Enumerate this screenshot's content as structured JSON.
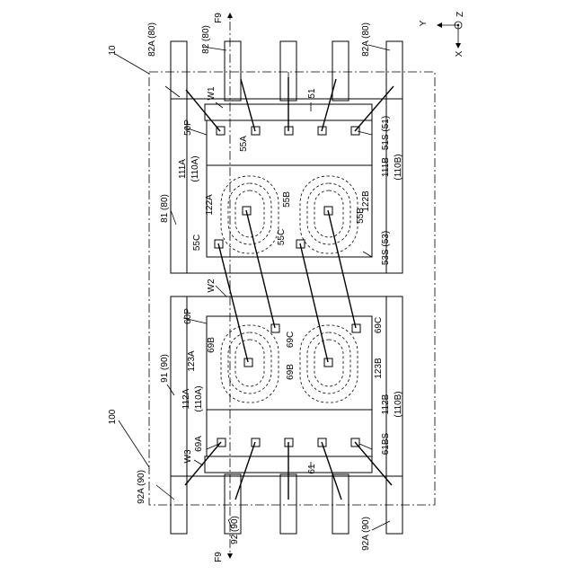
{
  "figure": {
    "ref_device": "10",
    "ref_package": "100",
    "axes": {
      "z": "Z",
      "y": "Y",
      "x": "X"
    },
    "section": "F9",
    "frame1": "81 (80)",
    "frame2": "91 (90)",
    "lead_82": "82 (80)",
    "lead_82A_top_left": "82A (80)",
    "lead_82A_top_right": "82A (80)",
    "lead_92": "92 (90)",
    "lead_92A_bottom_left": "92A (90)",
    "lead_92A_bottom_right": "92A (90)",
    "bar_51": "51",
    "bar_61": "61",
    "chip1": "50P",
    "chip2": "60P",
    "w1": "W1",
    "w2": "W2",
    "w3": "W3",
    "pad_55A": "55A",
    "pad_55B_1": "55B",
    "pad_55B_2": "55B",
    "pad_55C_1": "55C",
    "pad_55C_2": "55C",
    "pad_51S": "51S (51)",
    "pad_53S": "53S (53)",
    "pad_69A": "69A",
    "pad_69B_1": "69B",
    "pad_69B_2": "69B",
    "pad_69C_1": "69C",
    "pad_69C_2": "69C",
    "pad_61BS": "61BS",
    "coil_111A_a": "111A",
    "coil_111A_b": "(110A)",
    "coil_111B_a": "111B",
    "coil_111B_b": "(110B)",
    "coil_112A_a": "112A",
    "coil_112A_b": "(110A)",
    "coil_112B_a": "112B",
    "coil_112B_b": "(110B)",
    "coil_122A": "122A",
    "coil_122B": "122B",
    "coil_123A": "123A",
    "coil_123B": "123B"
  }
}
